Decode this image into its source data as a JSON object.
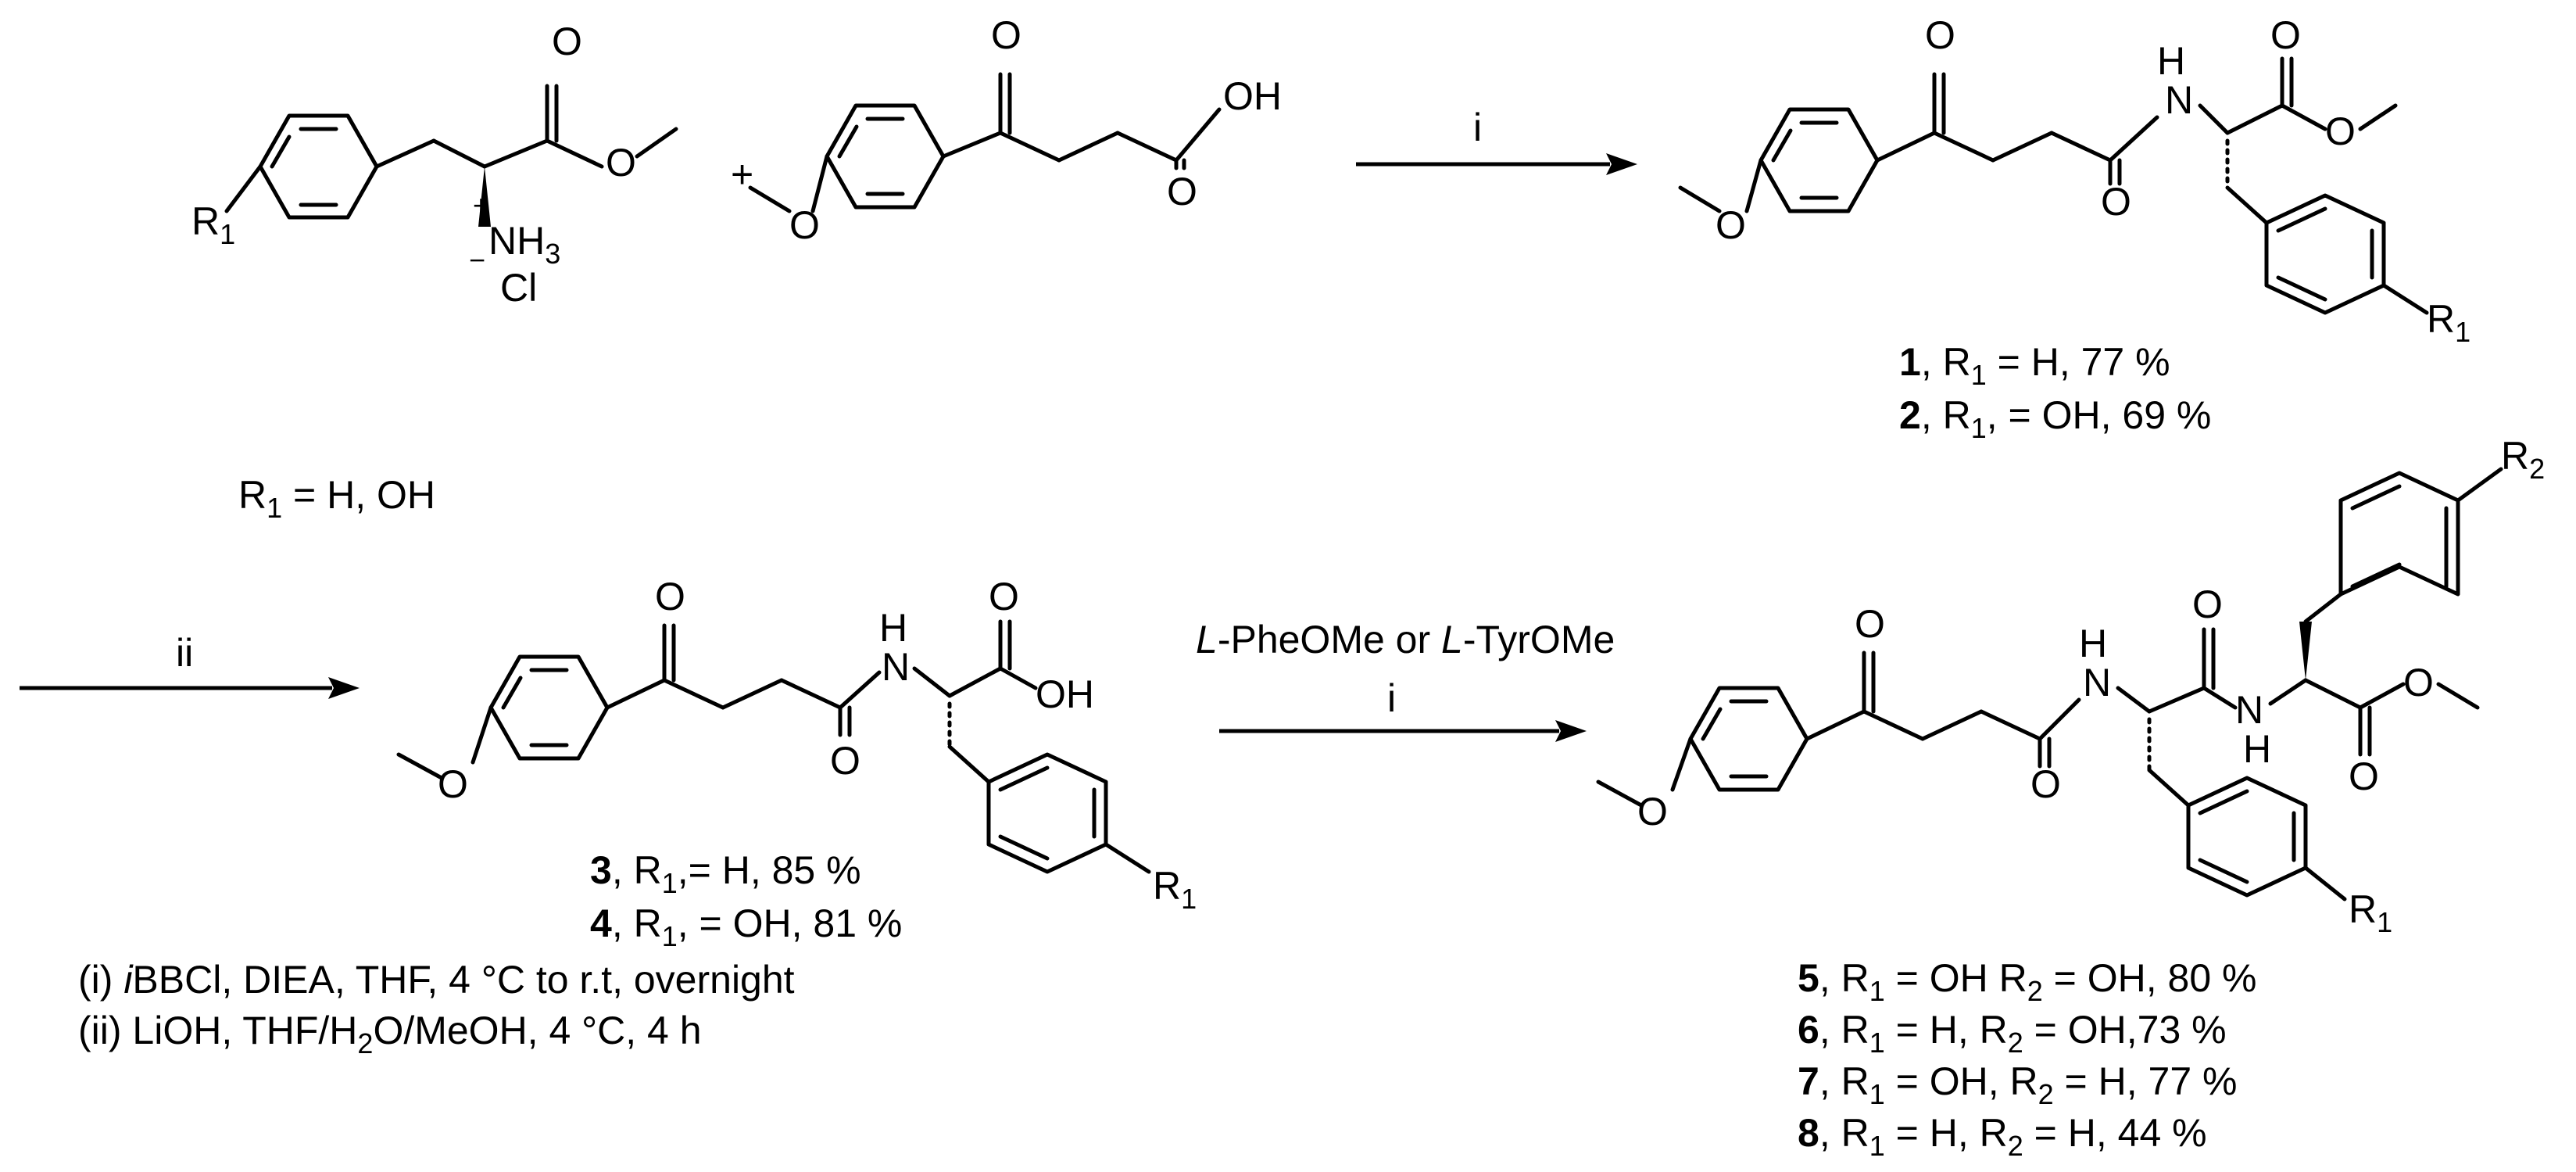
{
  "reactants": {
    "amino_ester": {
      "substituent": "R",
      "substituent_sub": "1",
      "ammonium": "NH",
      "ammonium_sub": "3",
      "plus": "+",
      "minus": "−",
      "chloride": "Cl",
      "oxygen": "O"
    },
    "plus_sign": "+",
    "acid": {
      "oxygen": "O",
      "hydroxyl": "OH"
    },
    "r1_definition": {
      "prefix": "R",
      "sub": "1",
      "rest": " = H, OH"
    }
  },
  "arrows": {
    "step1": {
      "label": "i"
    },
    "step2": {
      "label": "ii"
    },
    "step3": {
      "label_top_1_italic": "L",
      "label_top_1": "-PheOMe or ",
      "label_top_2_italic": "L",
      "label_top_2": "-TyrOMe",
      "label_bottom": "i"
    }
  },
  "products_12": {
    "atom_o": "O",
    "atom_nh": "H",
    "atom_n": "N",
    "substituent": "R",
    "substituent_sub": "1",
    "lines": [
      {
        "num": "1",
        "text1": ", R",
        "sub": "1",
        "text2": " = H, 77 %"
      },
      {
        "num": "2",
        "text1": ", R",
        "sub": "1",
        "text2": ", = OH, 69 %"
      }
    ]
  },
  "products_34": {
    "atom_o": "O",
    "atom_h": "H",
    "atom_n": "N",
    "hydroxyl": "OH",
    "substituent": "R",
    "substituent_sub": "1",
    "lines": [
      {
        "num": "3",
        "text1": ", R",
        "sub": "1",
        "text2": ",= H, 85 %"
      },
      {
        "num": "4",
        "text1": ", R",
        "sub": "1",
        "text2": ", = OH, 81 %"
      }
    ]
  },
  "products_58": {
    "atom_o": "O",
    "atom_h": "H",
    "atom_n": "N",
    "r1": "R",
    "r1_sub": "1",
    "r2": "R",
    "r2_sub": "2",
    "lines": [
      {
        "num": "5",
        "text1": ", R",
        "sub1": "1",
        "text2": " = OH R",
        "sub2": "2",
        "text3": " = OH, 80 %"
      },
      {
        "num": "6",
        "text1": ", R",
        "sub1": "1",
        "text2": " = H, R",
        "sub2": "2",
        "text3": " = OH,73 %"
      },
      {
        "num": "7",
        "text1": ", R",
        "sub1": "1",
        "text2": " = OH, R",
        "sub2": "2",
        "text3": " = H, 77 %"
      },
      {
        "num": "8",
        "text1": ", R",
        "sub1": "1",
        "text2": " = H, R",
        "sub2": "2",
        "text3": " = H, 44 %"
      }
    ]
  },
  "conditions": {
    "i": {
      "prefix": "(i) ",
      "italic": "i",
      "rest": "BBCl, DIEA, THF, 4 °C to r.t, overnight"
    },
    "ii": {
      "prefix": "(ii) LiOH, THF/H",
      "sub": "2",
      "rest": "O/MeOH, 4 °C, 4 h"
    }
  }
}
